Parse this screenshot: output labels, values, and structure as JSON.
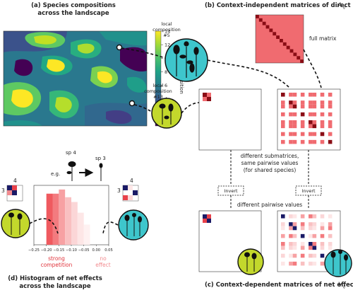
{
  "panels": {
    "a_title_line1": "(a) Species compositions",
    "a_title_line2": "across the landscape",
    "b_title": "(b) Context-independent matrices of direct effects",
    "b_symbol": "A",
    "b_subscript": "ij",
    "c_title": "(c) Context-dependent matrices of net effects",
    "c_symbol": "V",
    "c_subscript": "ij",
    "d_title_line1": "(d) Histogram of net effects",
    "d_title_line2": "across the landscape"
  },
  "colorbar": {
    "label": "Composition",
    "ticks": [
      "0",
      "2",
      "4",
      "6",
      "8",
      "10",
      "12",
      "14"
    ],
    "colors": [
      "#440154",
      "#46327e",
      "#365c8d",
      "#277f8e",
      "#1fa187",
      "#4ac16d",
      "#a0da39",
      "#fde725"
    ]
  },
  "labels": {
    "full_matrix": "full matrix",
    "local_comp_5_line1": "local",
    "local_comp_5_line2": "composition",
    "local_comp_5_line3": "#5",
    "local_comp_13_line1": "local",
    "local_comp_13_line2": "composition",
    "local_comp_13_line3": "#13",
    "different_sub_line1": "different submatrices,",
    "different_sub_line2": "same pairwise values",
    "different_sub_line3": "(for shared species)",
    "invert": "Invert",
    "different_pairwise": "different pairwise values",
    "eg": "e.g.",
    "sp4": "sp 4",
    "sp3": "sp 3",
    "matrix_num3": "3",
    "matrix_num4": "4",
    "strong_line1": "strong",
    "strong_line2": "competition",
    "no_line1": "no",
    "no_line2": "effect"
  },
  "histogram": {
    "x_ticks": [
      "−0.25",
      "−0.20",
      "−0.15",
      "−0.10",
      "−0.05",
      "0.00",
      "0.05"
    ],
    "bins": [
      {
        "from": -0.2,
        "to": -0.175,
        "height": 0.86,
        "color": "#ef5a5f"
      },
      {
        "from": -0.175,
        "to": -0.15,
        "height": 0.86,
        "color": "#f37b7f"
      },
      {
        "from": -0.15,
        "to": -0.125,
        "height": 0.93,
        "color": "#f7a1a3"
      },
      {
        "from": -0.125,
        "to": -0.1,
        "height": 0.8,
        "color": "#f9c0c1"
      },
      {
        "from": -0.1,
        "to": -0.075,
        "height": 0.72,
        "color": "#fbd6d7"
      },
      {
        "from": -0.075,
        "to": -0.05,
        "height": 0.54,
        "color": "#fde6e6"
      },
      {
        "from": -0.05,
        "to": -0.025,
        "height": 0.34,
        "color": "#fef1f1"
      }
    ]
  },
  "accent": {
    "teal": "#3ec6cc",
    "lime": "#c3d82c",
    "red": "#e8414a",
    "dark_red": "#8a0d15",
    "navy": "#1a1a66"
  }
}
